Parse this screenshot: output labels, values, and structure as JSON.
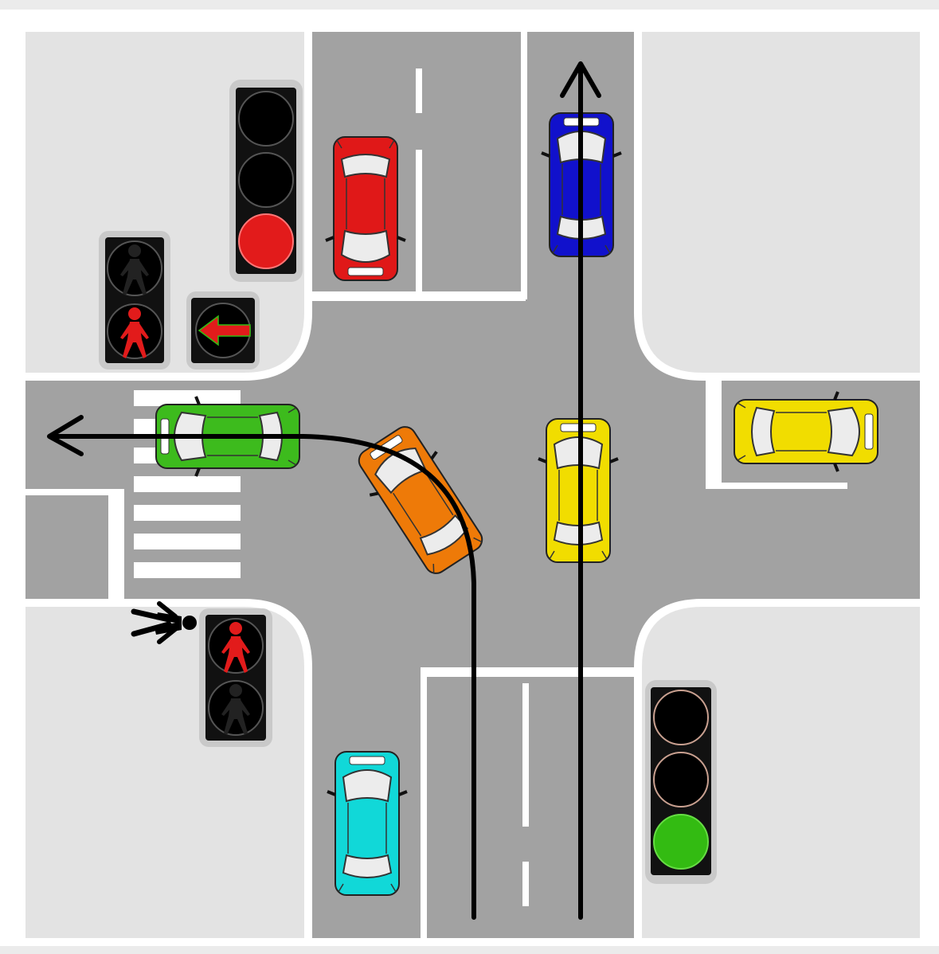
{
  "scene": {
    "type": "traffic-intersection",
    "colors": {
      "background": "#ebebeb",
      "frame": "#ffffff",
      "sidewalk": "#e3e3e3",
      "road": "#a2a2a2",
      "marking": "#ffffff",
      "light_housing": "#111111",
      "red": "#e21b1b",
      "green": "#33bb12",
      "path_arrow": "#000000"
    },
    "signals": [
      {
        "name": "main-light-north",
        "lit": "red"
      },
      {
        "name": "arrow-light-left",
        "lit": "red-left-arrow"
      },
      {
        "name": "pedestrian-light-west",
        "lit": "red-figure"
      },
      {
        "name": "pedestrian-light-south",
        "lit": "red-figure"
      },
      {
        "name": "main-light-south",
        "lit": "green"
      }
    ],
    "vehicles": [
      {
        "name": "car-red",
        "color": "#e01818"
      },
      {
        "name": "car-blue",
        "color": "#1111cc"
      },
      {
        "name": "car-green",
        "color": "#3dbb1d"
      },
      {
        "name": "car-orange",
        "color": "#ee7a08"
      },
      {
        "name": "car-yellow-center",
        "color": "#f1dd00"
      },
      {
        "name": "car-yellow-east",
        "color": "#f1dd00"
      },
      {
        "name": "car-cyan",
        "color": "#11d8d8"
      }
    ],
    "figures": [
      {
        "name": "pedestrian",
        "color": "#000000"
      }
    ],
    "paths": [
      {
        "name": "path-straight-north"
      },
      {
        "name": "path-left-turn-west"
      }
    ]
  }
}
